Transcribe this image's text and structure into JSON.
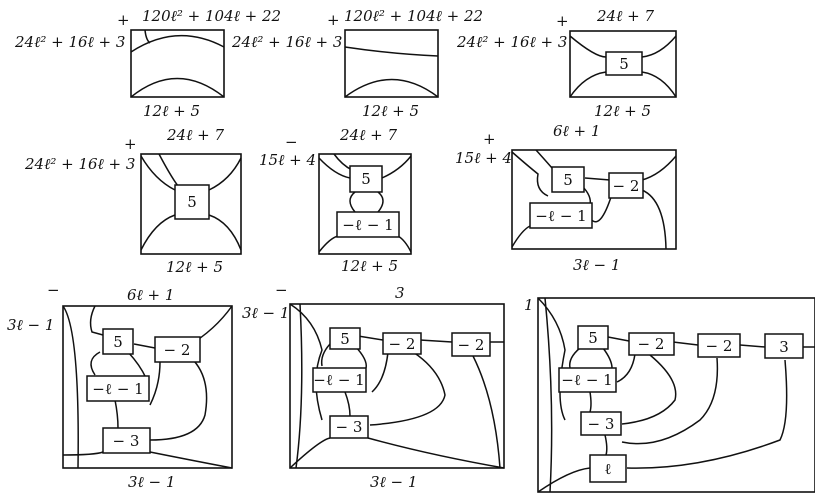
{
  "panels": [
    {
      "id": "p1",
      "sign": "+",
      "top": "120ℓ² + 104ℓ + 22",
      "left": "24ℓ² + 16ℓ + 3",
      "bottom": "12ℓ + 5",
      "boxes": []
    },
    {
      "id": "p2",
      "sign": "+",
      "top": "120ℓ² + 104ℓ + 22",
      "left": "24ℓ² + 16ℓ + 3",
      "bottom": "12ℓ + 5",
      "boxes": []
    },
    {
      "id": "p3",
      "sign": "+",
      "top": "24ℓ + 7",
      "left": "24ℓ² + 16ℓ + 3",
      "bottom": "12ℓ + 5",
      "boxes": [
        "5"
      ]
    },
    {
      "id": "p4",
      "sign": "+",
      "top": "24ℓ + 7",
      "left": "24ℓ² + 16ℓ + 3",
      "bottom": "12ℓ + 5",
      "boxes": [
        "5"
      ]
    },
    {
      "id": "p5",
      "sign": "−",
      "top": "24ℓ + 7",
      "left": "15ℓ + 4",
      "bottom": "12ℓ + 5",
      "boxes": [
        "5",
        "−ℓ − 1"
      ]
    },
    {
      "id": "p6",
      "sign": "+",
      "top": "6ℓ + 1",
      "left": "15ℓ + 4",
      "bottom": "3ℓ − 1",
      "boxes": [
        "5",
        "− 2",
        "−ℓ − 1"
      ]
    },
    {
      "id": "p7",
      "sign": "−",
      "top": "6ℓ + 1",
      "left": "3ℓ − 1",
      "bottom": "3ℓ − 1",
      "boxes": [
        "5",
        "− 2",
        "−ℓ − 1",
        "− 3"
      ]
    },
    {
      "id": "p8",
      "sign": "−",
      "top": "3",
      "left": "3ℓ − 1",
      "bottom": "3ℓ − 1",
      "boxes": [
        "5",
        "− 2",
        "− 2",
        "−ℓ − 1",
        "− 3"
      ]
    },
    {
      "id": "p9",
      "sign": "",
      "top": "",
      "left": "1",
      "bottom": "",
      "boxes": [
        "5",
        "− 2",
        "− 2",
        "3",
        "−ℓ − 1",
        "− 3",
        "ℓ"
      ]
    }
  ]
}
